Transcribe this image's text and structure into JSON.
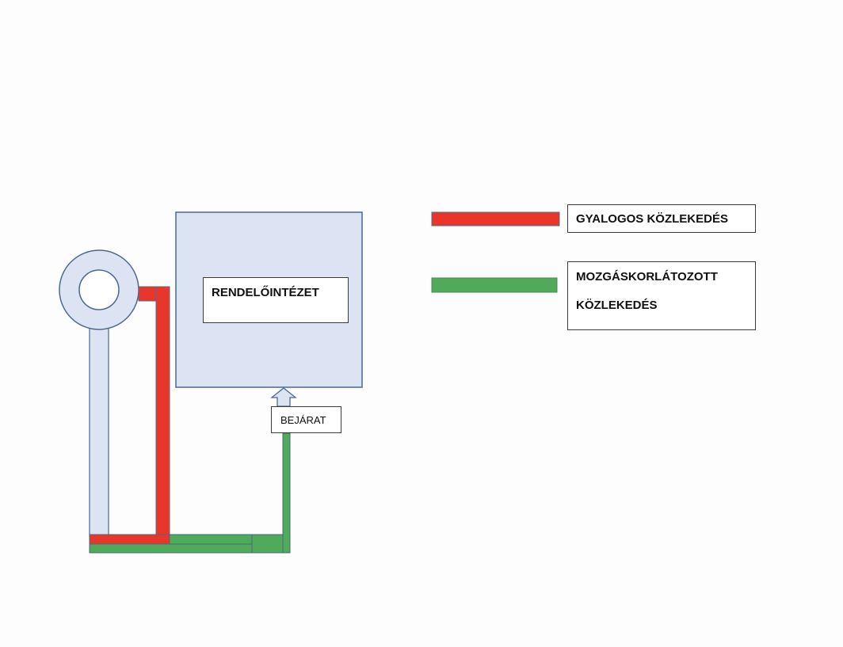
{
  "diagram": {
    "building_label": "RENDELŐINTÉZET",
    "entrance_label": "BEJÁRAT",
    "colors": {
      "pedestrian": "#e8372a",
      "accessible": "#4faa5a",
      "building_fill": "#dce3f2",
      "outline": "#4a6a94"
    }
  },
  "legend": {
    "items": [
      {
        "label": "GYALOGOS KÖZLEKEDÉS",
        "color": "#e8372a"
      },
      {
        "label_line1": "MOZGÁSKORLÁTOZOTT",
        "label_line2": "KÖZLEKEDÉS",
        "color": "#4faa5a"
      }
    ]
  }
}
